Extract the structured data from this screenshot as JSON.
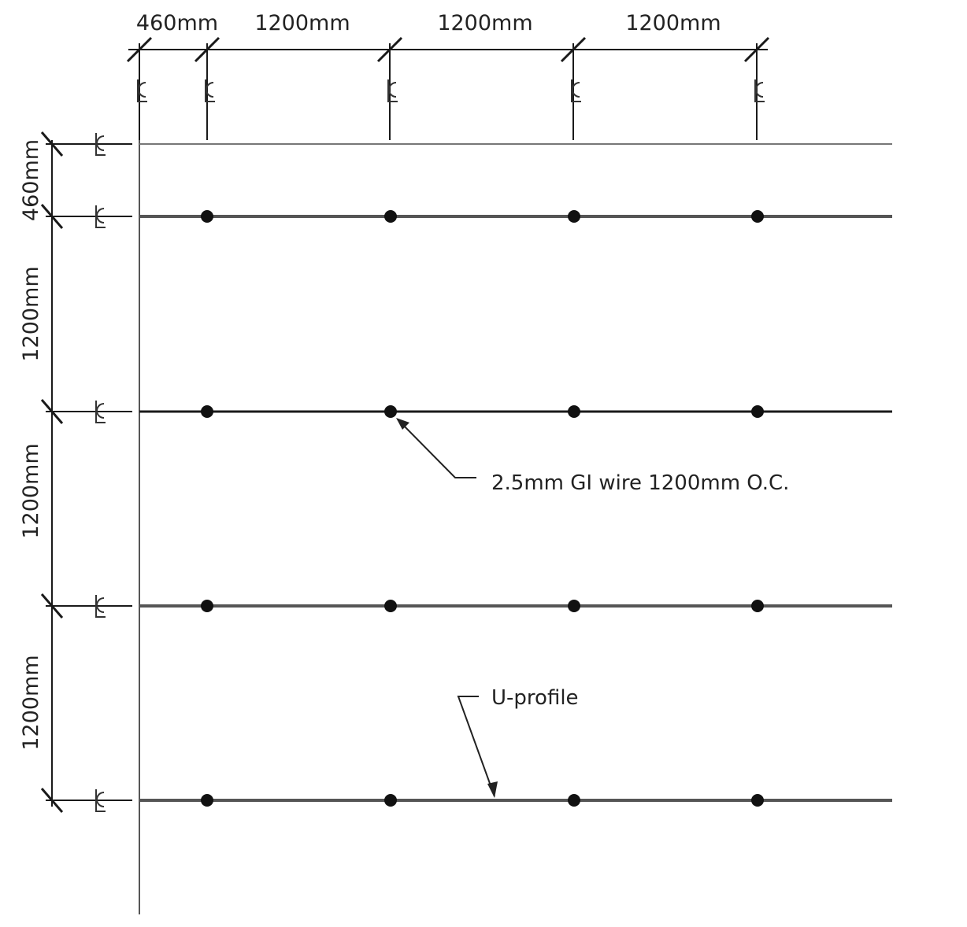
{
  "drawing": {
    "top_dimensions": [
      "460mm",
      "1200mm",
      "1200mm",
      "1200mm"
    ],
    "left_dimensions": [
      "460mm",
      "1200mm",
      "1200mm",
      "1200mm"
    ],
    "centerline_symbol": "CL",
    "callouts": {
      "wire": "2.5mm GI wire 1200mm O.C.",
      "profile": "U-profile"
    },
    "colors": {
      "line": "#1a1a1a",
      "profile": "#555555"
    }
  }
}
